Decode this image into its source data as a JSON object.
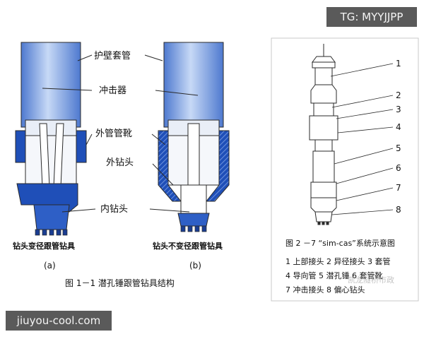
{
  "watermark": {
    "tg": "TG: MYYJJPP",
    "site": "jiuyou-cool.com"
  },
  "left_figure": {
    "labels": {
      "casing": "护壁套管",
      "hammer": "冲击器",
      "shoe": "外管管靴",
      "outer_bit": "外钻头",
      "inner_bit": "内钻头"
    },
    "subcaptions": {
      "a": "钻头变径跟管钻具",
      "b": "钻头不变径跟管钻具"
    },
    "panel_letters": {
      "a": "(a)",
      "b": "(b)"
    },
    "caption": "图 1－1 潜孔锤跟管钻具结构"
  },
  "right_figure": {
    "numbers": [
      "1",
      "2",
      "3",
      "4",
      "5",
      "6",
      "7",
      "8"
    ],
    "caption": "图 2 －7 “sim-cas”系统示意图",
    "legend": [
      "1 上部接头 2 异径接头 3 套管",
      "4 导向管 5 潜孔锤 6 套管靴",
      "7 冲击接头 8 偏心钻头"
    ],
    "watermark_text": "凯龙隧桥市政"
  },
  "colors": {
    "blue": "#5b86d6",
    "blue_light": "#a9c4ef",
    "dark_blue": "#1f4fb8",
    "line": "#2a2a2a"
  }
}
